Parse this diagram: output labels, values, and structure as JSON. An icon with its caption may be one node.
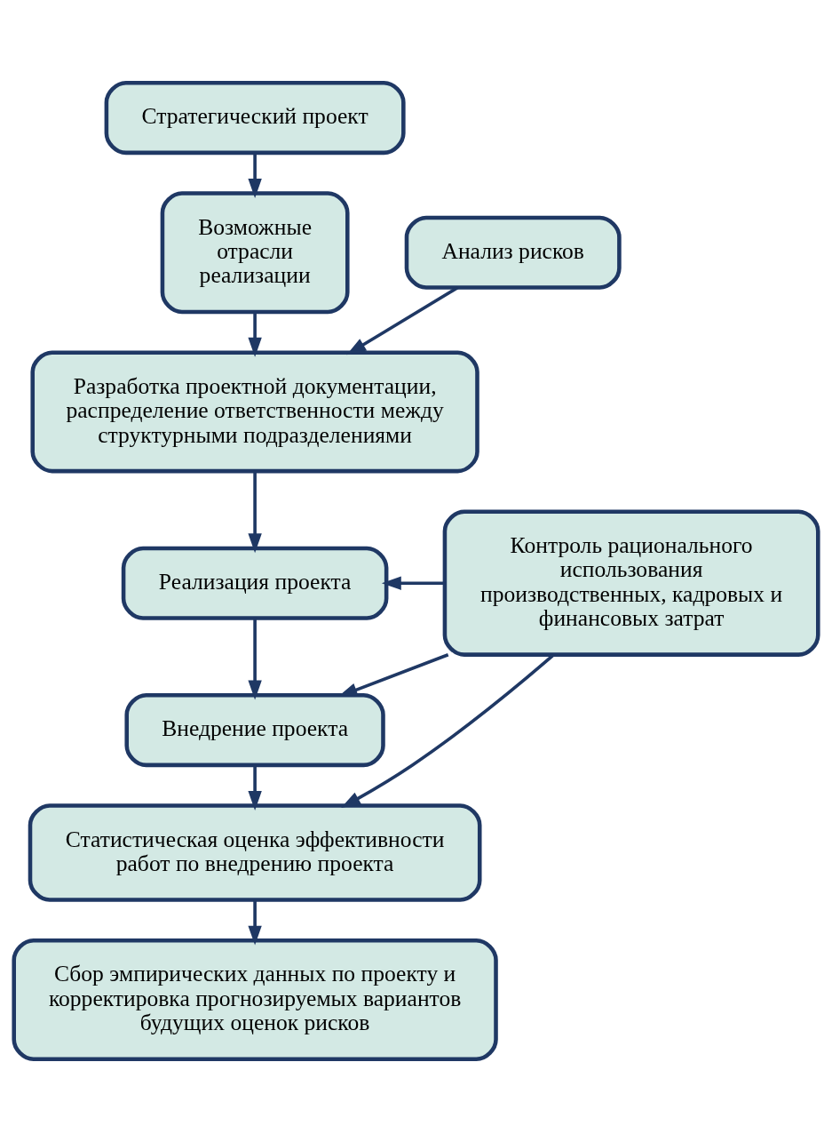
{
  "diagram": {
    "nodes": [
      {
        "text": [
          "Стратегический проект"
        ]
      },
      {
        "text": [
          "Возможные отрасли реализации"
        ]
      },
      {
        "text": [
          "Анализ рисков"
        ]
      },
      {
        "text": [
          "Разработка проектной документации, распределение ответственности между структурными подразделениями"
        ]
      },
      {
        "text": [
          "Реализация проекта"
        ]
      },
      {
        "text": [
          "Контроль рационального использования производственных, кадровых и финансовых затрат"
        ]
      },
      {
        "text": [
          "Внедрение проекта"
        ]
      },
      {
        "text": [
          "Статистическая оценка эффективности работ по внедрению проекта"
        ]
      },
      {
        "text": [
          "Сбор эмпирических данных по проекту и корректировка прогнозируемых вариантов будущих оценок рисков"
        ]
      }
    ],
    "edges": [
      {
        "from": 0,
        "to": 1,
        "arrow": "to"
      },
      {
        "from": 1,
        "to": 3,
        "arrow": "to"
      },
      {
        "from": 2,
        "to": 3,
        "arrow": "to"
      },
      {
        "from": 3,
        "to": 4,
        "arrow": "to"
      },
      {
        "from": 5,
        "to": 4,
        "arrow": "to"
      },
      {
        "from": 4,
        "to": 6,
        "arrow": "to"
      },
      {
        "from": 5,
        "to": 6,
        "arrow": "to"
      },
      {
        "from": 6,
        "to": 7,
        "arrow": "to"
      },
      {
        "from": 5,
        "to": 7,
        "arrow": "to"
      },
      {
        "from": 7,
        "to": 8,
        "arrow": "to"
      }
    ]
  }
}
